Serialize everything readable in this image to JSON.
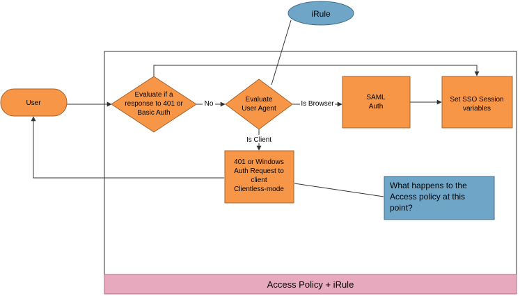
{
  "colors": {
    "orange_fill": "#F79646",
    "orange_stroke": "#A6612B",
    "blue_fill": "#6FA6C8",
    "blue_stroke": "#3F6E8C",
    "footer_fill": "#E7A9BE",
    "footer_stroke": "#B56A84",
    "line": "#333333"
  },
  "nodes": {
    "user": "User",
    "irule": "iRule",
    "evaluate_401": [
      "Evaluate if a",
      "response to 401 or",
      "Basic Auth"
    ],
    "evaluate_agent": [
      "Evaluate",
      "User Agent"
    ],
    "saml": [
      "SAML",
      "Auth"
    ],
    "sso": [
      "Set SSO Session",
      "variables"
    ],
    "auth_request": [
      "401 or Windows",
      "Auth Request to",
      "client",
      "Clientless-mode"
    ]
  },
  "edges": {
    "no": "No",
    "is_browser": "Is Browser",
    "is_client": "Is Client"
  },
  "callout": [
    "What happens to the",
    "Access policy at this",
    "point?"
  ],
  "footer": "Access Policy + iRule"
}
